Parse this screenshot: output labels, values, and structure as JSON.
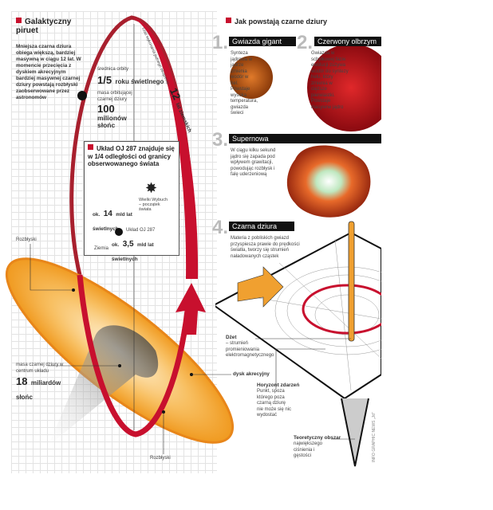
{
  "left": {
    "title": "Galaktyczny piruet",
    "intro": "Mniejsza czarna dziura obiega większą, bardziej masywną w ciągu 12 lat. W momencie przecięcia z dyskiem akrecyjnym bardziej masywnej czarnej dziury powstają rozbłyski zaobserwowane przez astronomów",
    "orbit_diameter_label": "średnica orbity",
    "orbit_diameter_value": "1/5",
    "orbit_diameter_unit": "roku świetlnego",
    "orbiting_mass_label": "masa orbitującej czarnej dziury",
    "orbiting_mass_value": "100",
    "orbiting_mass_unit": "milionów słońc",
    "period_label": "czas wykonania jednego okrążenia -",
    "period_value": "12",
    "period_unit": "lat ziemskich",
    "oj_title": "Układ OJ 287 znajduje się w 1/4 odległości od granicy obserwowanego świata",
    "big_bang": "Wielki Wybuch – początek świata",
    "dist1_prefix": "ok.",
    "dist1_value": "14",
    "dist1_unit": "mld lat świetlnych",
    "oj_label": "Układ OJ 287",
    "dist2_prefix": "ok.",
    "dist2_value": "3,5",
    "dist2_unit": "mld lat świetlnych",
    "earth": "Ziemia",
    "flares_top": "Rozbłyski",
    "flares_bottom": "Rozbłyski",
    "central_mass_label": "masa czarnej dziury w centrum układu",
    "central_mass_value": "18",
    "central_mass_unit": "miliardów słońc",
    "accretion_disk": "dysk akrecyjny"
  },
  "right": {
    "title": "Jak powstają czarne dziury",
    "steps": [
      {
        "num": "1.",
        "title": "Gwiazda gigant",
        "text": "Synteza jądrowa w jądrze zmienia wodór w hel. Powstaje wysoka temperatura, gwiazda świeci"
      },
      {
        "num": "2.",
        "title": "Czerwony olbrzym",
        "text": "Gwiazda w schyłkowej fazie ewolucji zużywa wodór do syntezy helu, który zmienia w cięższe pierwiastki. Powstaje masywne jądro"
      },
      {
        "num": "3.",
        "title": "Supernowa",
        "text": "W ciągu kilku sekund jądro się zapada pod wpływem grawitacji, powodując rozbłysk i falę uderzeniową"
      },
      {
        "num": "4.",
        "title": "Czarna dziura",
        "text": "Materia z pobliskich gwiazd przyspiesza prawie do prędkości światła, tworzy się strumień naładowanych cząstek"
      }
    ],
    "jet_title": "Dżet",
    "jet_text": "– strumień promieniowania elektromagnetycznego",
    "horizon_title": "Horyzont zdarzeń",
    "horizon_text": "Punkt, spoza którego poza czarną dziurę nie może się nic wydostać",
    "theory_title": "Teoretyczny obszar",
    "theory_text": "największego ciśnienia i gęstości",
    "credit": "INFO GRAPHIC NEWS „Jd\""
  },
  "colors": {
    "accent": "#c8102e",
    "disk": "#f5a623",
    "jet": "#f0a030"
  }
}
